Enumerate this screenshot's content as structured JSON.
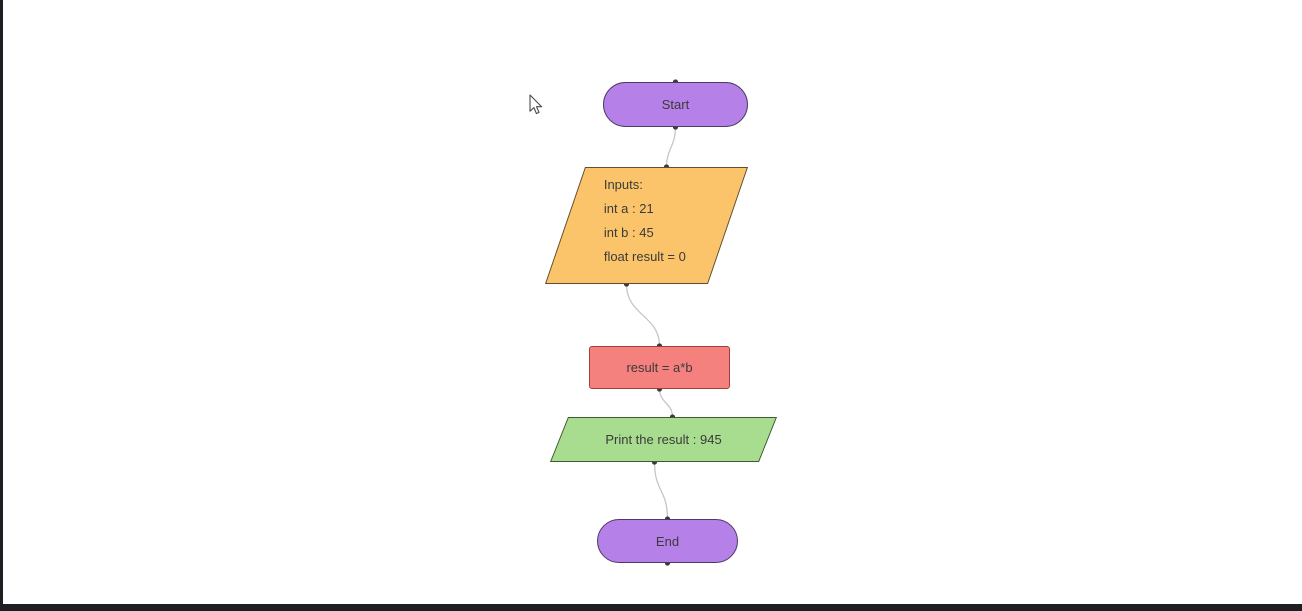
{
  "frame": {
    "left_border_color": "#1f1f23",
    "bottom_bar_color": "#1f1f23"
  },
  "diagram": {
    "text_color": "#3b3b3b",
    "connector_color": "#c6c6c6",
    "port_dot_color": "#3b3b3b",
    "start": {
      "label": "Start",
      "fill": "#b580e7",
      "border": "#4d3b63"
    },
    "inputs": {
      "lines": [
        "Inputs:",
        "int a : 21",
        "int b : 45",
        "float result = 0"
      ],
      "fill": "#fbc46a",
      "border": "#5c4f33"
    },
    "process": {
      "label": "result = a*b",
      "fill": "#f5817f",
      "border": "#a33f3b"
    },
    "output": {
      "label": "Print the result : 945",
      "fill": "#a8dc8e",
      "border": "#3f5932"
    },
    "end": {
      "label": "End",
      "fill": "#b580e7",
      "border": "#4d3b63"
    }
  },
  "cursor": {
    "type": "arrow-pointer",
    "outline_color": "#4a4a4a",
    "fill_color": "#ffffff"
  }
}
